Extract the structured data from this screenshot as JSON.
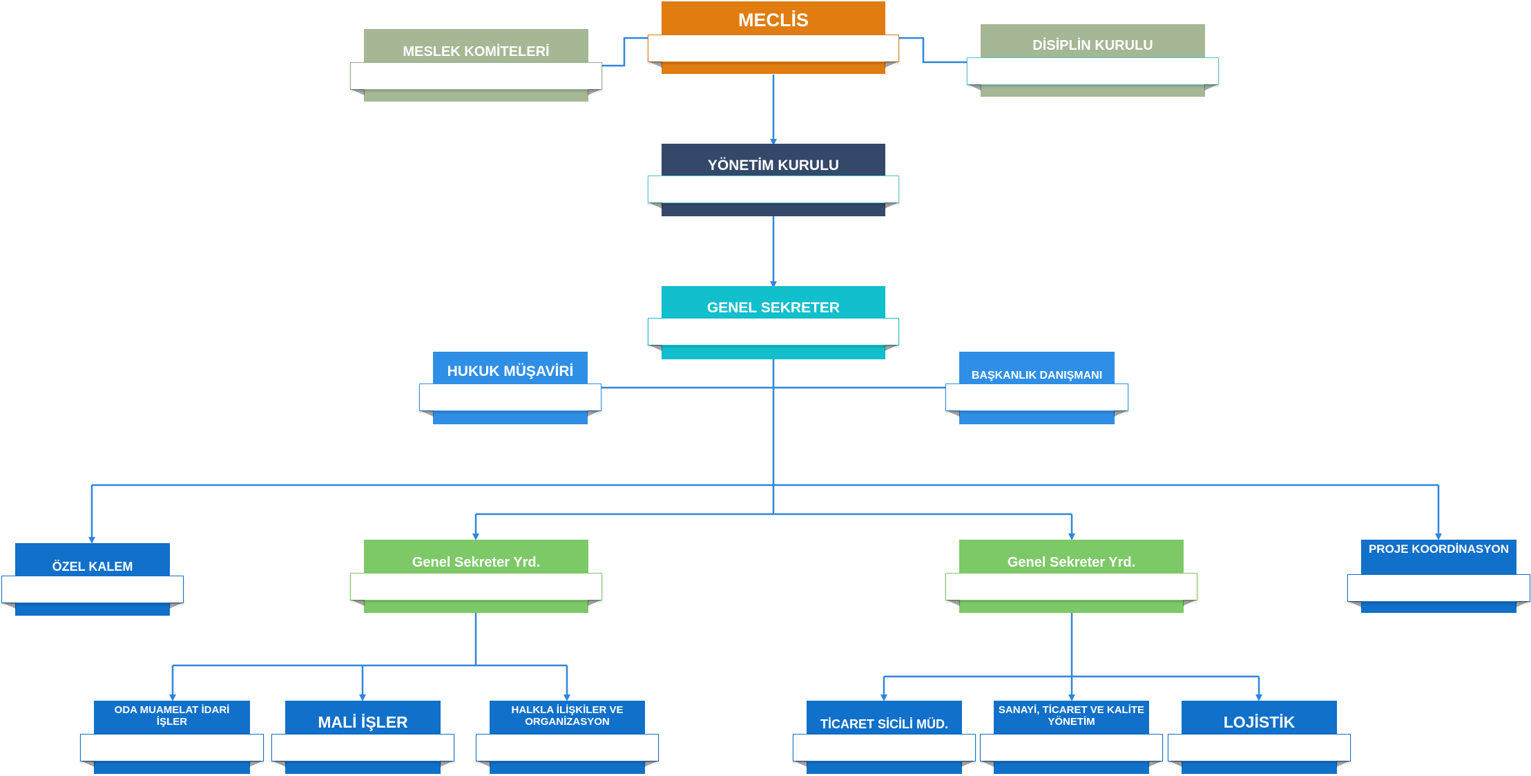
{
  "colors": {
    "meclis": "#e07c10",
    "komite": "#a5b794",
    "yonetim": "#34496a",
    "sekreter": "#12bfcc",
    "danisman": "#2f8fe6",
    "mudurluk": "#1170c9",
    "yardimci": "#7dc967",
    "line": "#2e86de"
  },
  "nodes": {
    "meclis": {
      "title": "MECLİS"
    },
    "meslek_komiteleri": {
      "title": "MESLEK KOMİTELERİ"
    },
    "disiplin_kurulu": {
      "title": "DİSİPLİN KURULU"
    },
    "yonetim_kurulu": {
      "title": "YÖNETİM KURULU"
    },
    "genel_sekreter": {
      "title": "GENEL SEKRETER"
    },
    "hukuk_musaviri": {
      "title": "HUKUK MÜŞAVİRİ"
    },
    "baskanlik_danismani": {
      "title": "BAŞKANLIK DANIŞMANI"
    },
    "ozel_kalem": {
      "title": "ÖZEL KALEM"
    },
    "gs_yardimcisi_1": {
      "title": "Genel Sekreter Yrd."
    },
    "gs_yardimcisi_2": {
      "title": "Genel Sekreter Yrd."
    },
    "proje_koordinasyon": {
      "title": "PROJE KOORDİNASYON"
    },
    "oda_muamelat": {
      "title": "ODA MUAMELAT İDARİ İŞLER"
    },
    "mali_isler": {
      "title": "MALİ İŞLER"
    },
    "halkla_iliskiler": {
      "title": "HALKLA İLİŞKİLER VE ORGANİZASYON"
    },
    "ticaret_sicili": {
      "title": "TİCARET SİCİLİ MÜD."
    },
    "sanayi_ticaret_kalite": {
      "title": "SANAYİ, TİCARET VE KALİTE YÖNETİM"
    },
    "lojistik": {
      "title": "LOJİSTİK"
    }
  }
}
